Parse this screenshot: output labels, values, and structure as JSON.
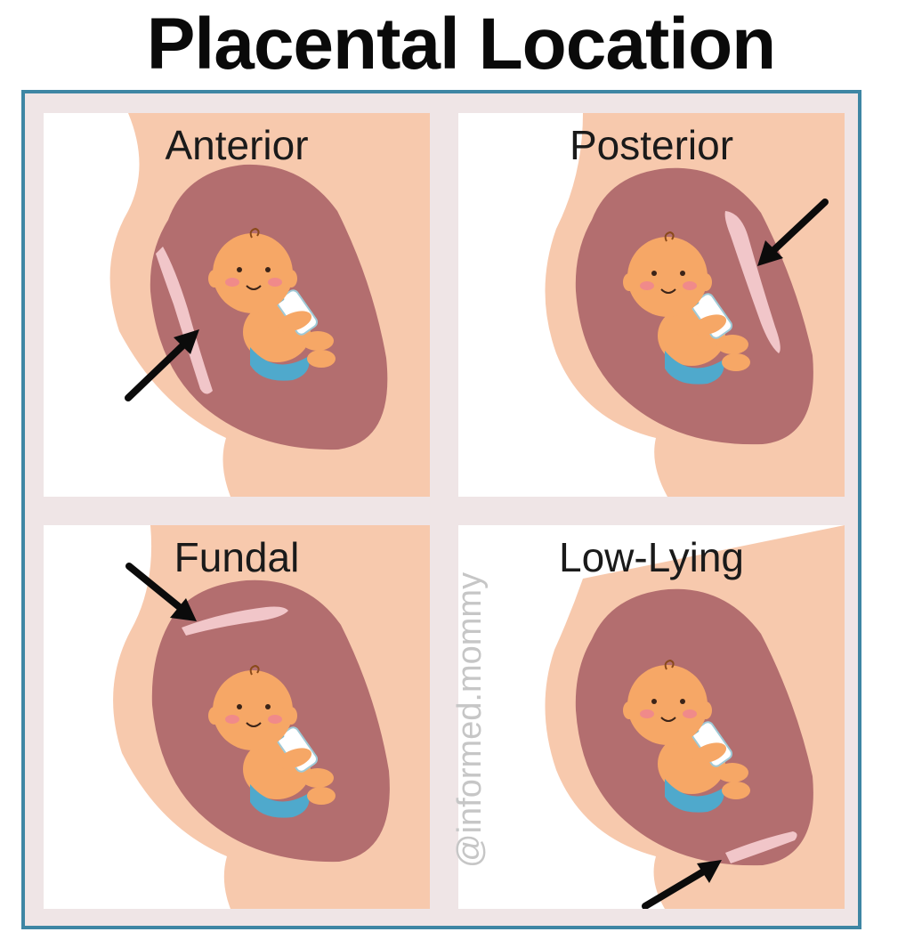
{
  "title": "Placental Location",
  "panels": [
    {
      "label": "Anterior"
    },
    {
      "label": "Posterior"
    },
    {
      "label": "Fundal"
    },
    {
      "label": "Low-Lying"
    }
  ],
  "watermark": "@informed.mommy",
  "colors": {
    "frame": "#3e86a4",
    "skin": "#f7c9ad",
    "uterus": "#b36e6f",
    "placenta": "#f1c6c9",
    "baby_skin": "#f6a766",
    "diaper": "#4fa9cc",
    "arrow": "#0b0b0b"
  }
}
